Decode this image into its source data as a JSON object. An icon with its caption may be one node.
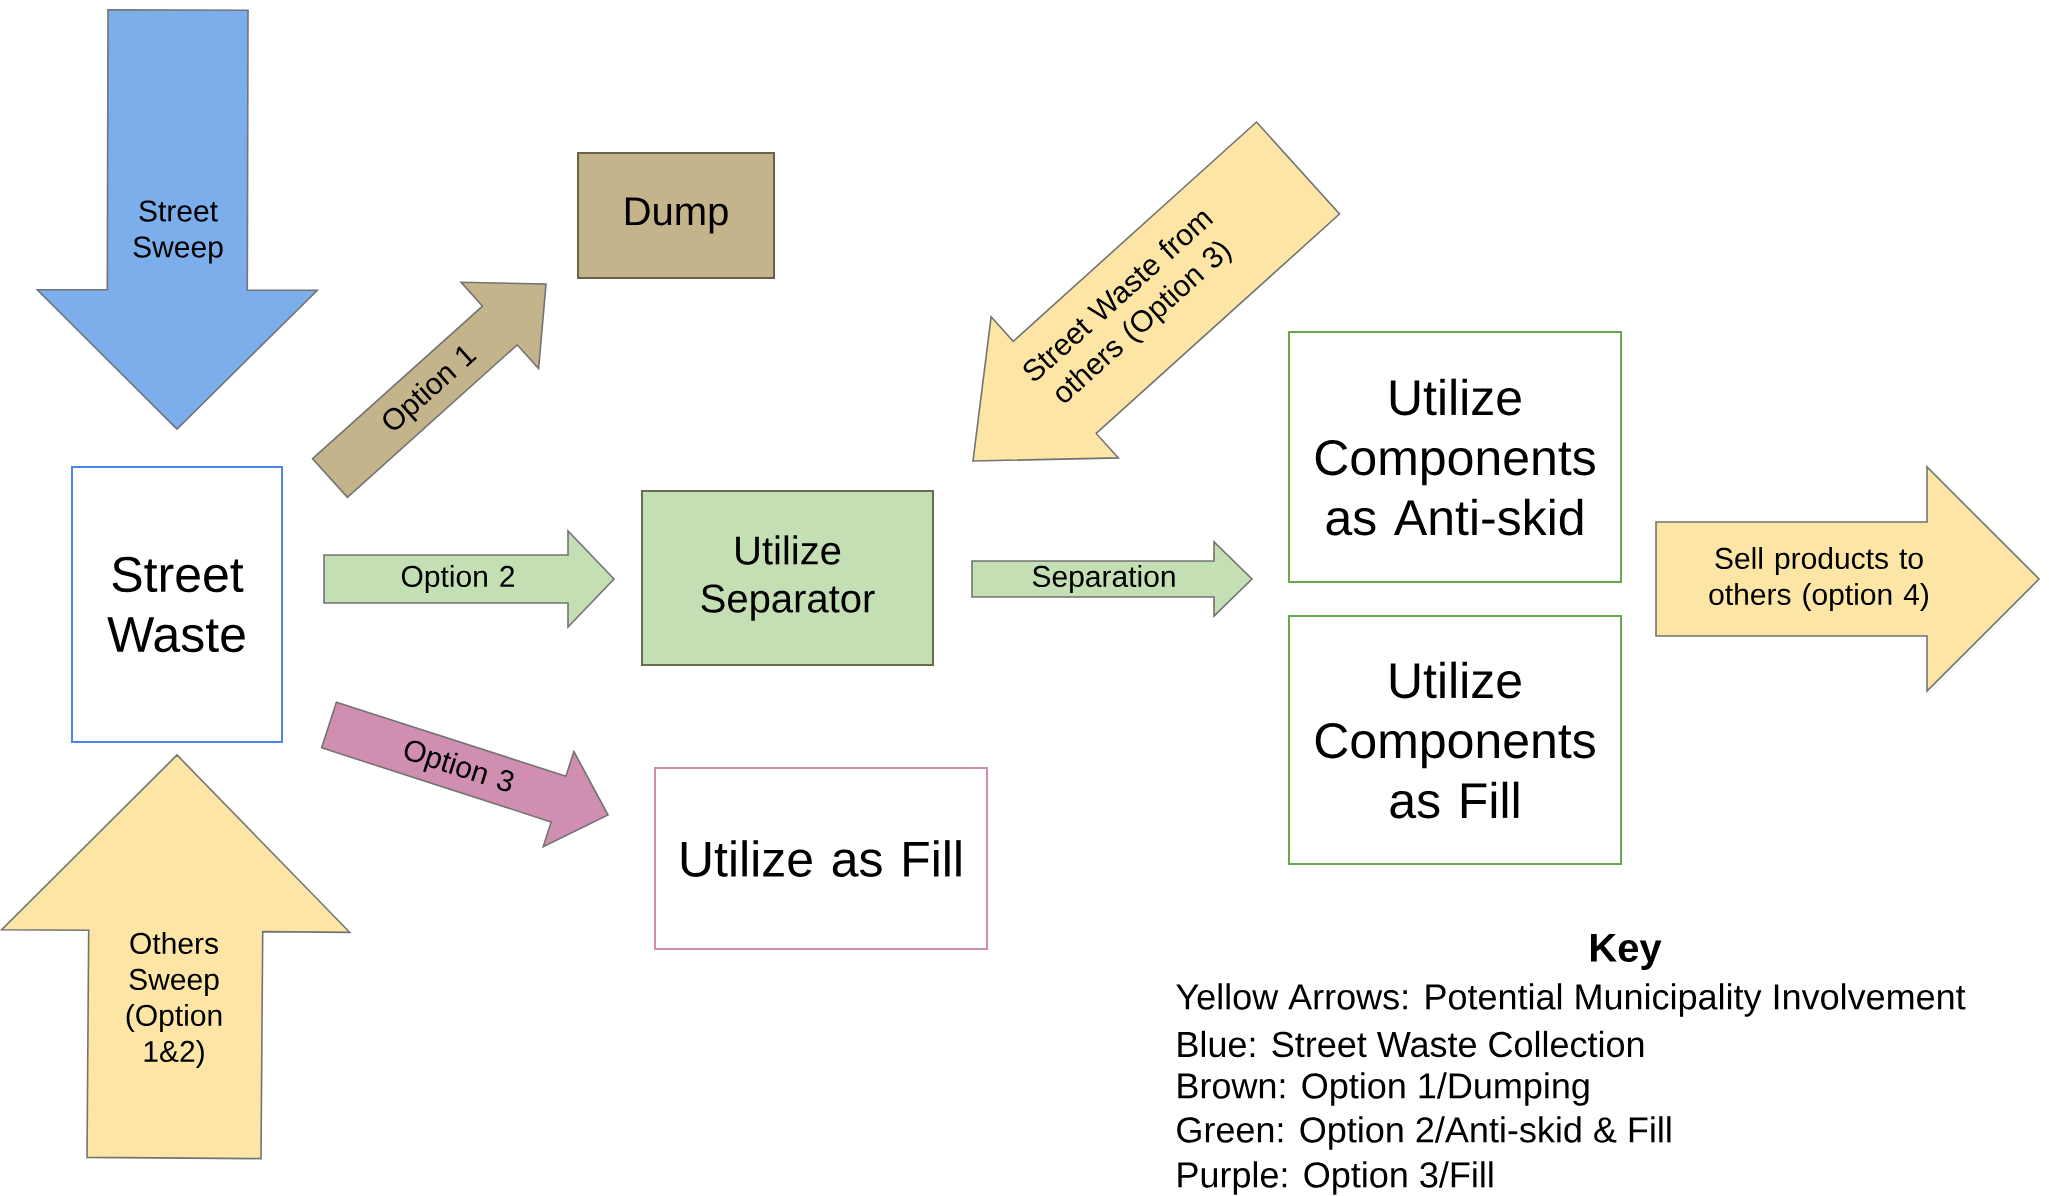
{
  "diagram": {
    "nodes": [
      {
        "text": [
          "Street Waste"
        ]
      },
      {
        "text": [
          "Dump"
        ]
      },
      {
        "text": [
          "Utilize Separator"
        ]
      },
      {
        "text": [
          "Utilize as Fill"
        ]
      },
      {
        "text": [
          "Utilize Components as Anti-skid"
        ]
      },
      {
        "text": [
          "Utilize Components as Fill"
        ]
      }
    ],
    "edges": [
      {
        "from": null,
        "to": 0,
        "arrow": "to",
        "label": "Street Sweep",
        "color": "#7baeea"
      },
      {
        "from": null,
        "to": 0,
        "arrow": "to",
        "label": "Others Sweep (Option 1&2)",
        "color": "#fde6a5"
      },
      {
        "from": 0,
        "to": 1,
        "arrow": "to",
        "label": "Option 1",
        "color": "#c4b48c"
      },
      {
        "from": 0,
        "to": 2,
        "arrow": "to",
        "label": "Option 2",
        "color": "#c5dfb4"
      },
      {
        "from": 0,
        "to": 3,
        "arrow": "to",
        "label": "Option 3",
        "color": "#d08fb0"
      },
      {
        "from": null,
        "to": 2,
        "arrow": "to",
        "label": "Street Waste from others (Option 3)",
        "color": "#fde6a5"
      },
      {
        "from": 2,
        "to": 4,
        "arrow": "to",
        "label": "Separation",
        "color": "#c5dfb4"
      },
      {
        "from": 2,
        "to": 5,
        "arrow": "to",
        "color": "#c5dfb4"
      },
      {
        "from": 4,
        "to": null,
        "arrow": "to",
        "label": "Sell products to others (option 4)",
        "color": "#fde6a5"
      },
      {
        "from": 5,
        "to": null,
        "arrow": "to",
        "color": "#fde6a5"
      }
    ],
    "labels": [
      "Key",
      "Yellow Arrows: Potential Municipality Involvement",
      "Blue: Street Waste Collection",
      "Brown: Option 1/Dumping",
      "Green: Option 2/Anti-skid & Fill",
      "Purple: Option 3/Fill"
    ]
  }
}
